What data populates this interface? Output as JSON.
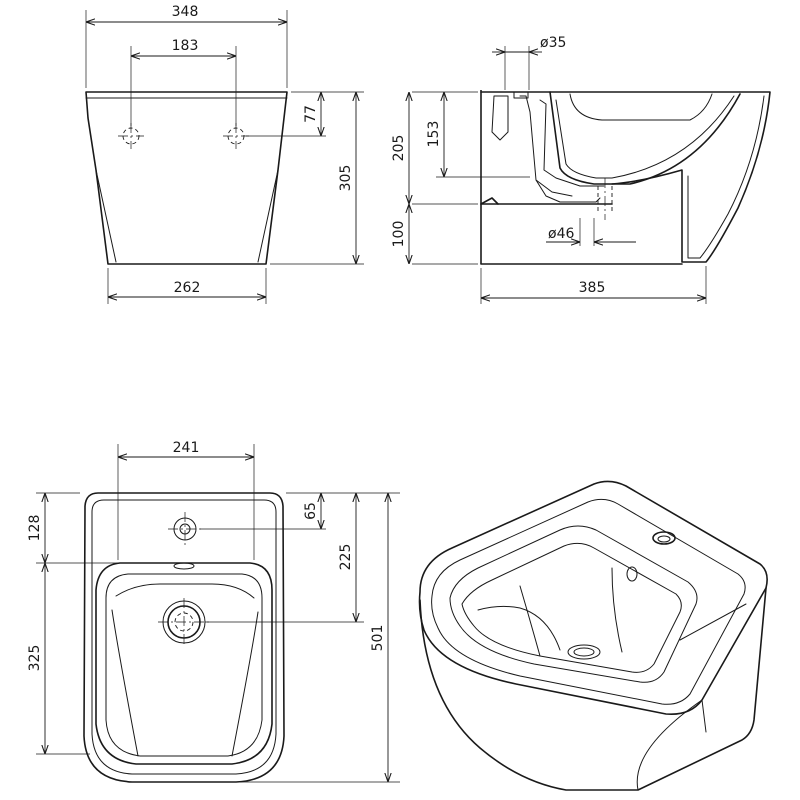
{
  "dimensions": {
    "front_top_width": "348",
    "front_tap_holes_spacing": "183",
    "front_tap_hole_height": "77",
    "front_total_height": "305",
    "front_base_width": "262",
    "side_outlet_diameter": "ø35",
    "side_inlet_height": "153",
    "side_upper_height": "205",
    "side_lower_height": "100",
    "side_waste_diameter": "ø46",
    "side_depth": "385",
    "top_inner_width": "241",
    "top_tap_hole_offset": "65",
    "top_rim_length": "128",
    "top_waste_offset": "225",
    "top_bowl_length": "325",
    "top_total_length": "501"
  }
}
